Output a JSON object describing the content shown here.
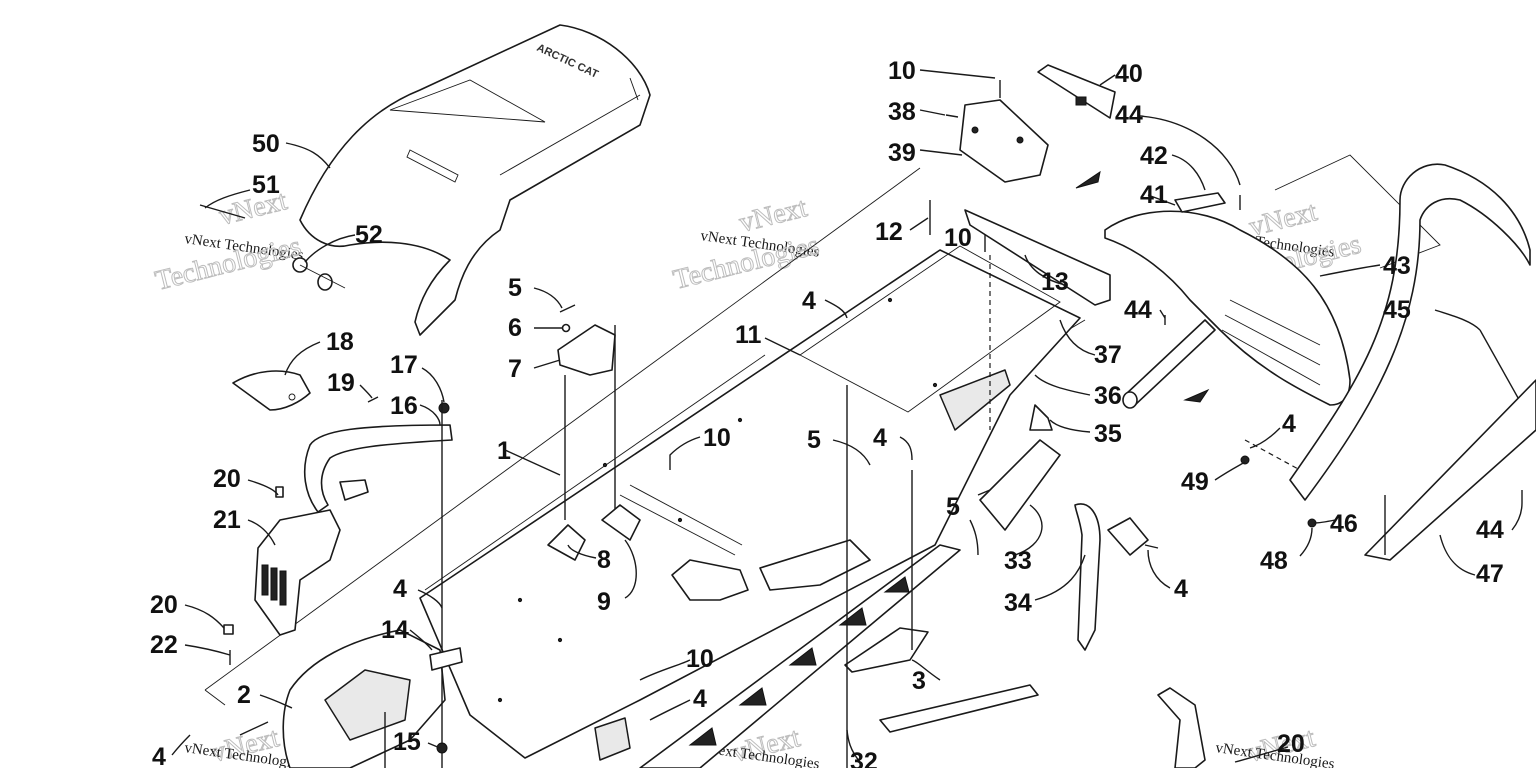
{
  "diagram": {
    "callouts": [
      {
        "id": "c1",
        "text": "1"
      },
      {
        "id": "c2",
        "text": "2"
      },
      {
        "id": "c3",
        "text": "3"
      },
      {
        "id": "c4a",
        "text": "4"
      },
      {
        "id": "c4b",
        "text": "4"
      },
      {
        "id": "c4c",
        "text": "4"
      },
      {
        "id": "c4d",
        "text": "4"
      },
      {
        "id": "c4e",
        "text": "4"
      },
      {
        "id": "c4f",
        "text": "4"
      },
      {
        "id": "c4g",
        "text": "4"
      },
      {
        "id": "c5a",
        "text": "5"
      },
      {
        "id": "c5b",
        "text": "5"
      },
      {
        "id": "c5c",
        "text": "5"
      },
      {
        "id": "c6",
        "text": "6"
      },
      {
        "id": "c7",
        "text": "7"
      },
      {
        "id": "c8",
        "text": "8"
      },
      {
        "id": "c9",
        "text": "9"
      },
      {
        "id": "c10a",
        "text": "10"
      },
      {
        "id": "c10b",
        "text": "10"
      },
      {
        "id": "c10c",
        "text": "10"
      },
      {
        "id": "c10d",
        "text": "10"
      },
      {
        "id": "c11",
        "text": "11"
      },
      {
        "id": "c12",
        "text": "12"
      },
      {
        "id": "c13",
        "text": "13"
      },
      {
        "id": "c14",
        "text": "14"
      },
      {
        "id": "c15",
        "text": "15"
      },
      {
        "id": "c16",
        "text": "16"
      },
      {
        "id": "c17",
        "text": "17"
      },
      {
        "id": "c18",
        "text": "18"
      },
      {
        "id": "c19",
        "text": "19"
      },
      {
        "id": "c20a",
        "text": "20"
      },
      {
        "id": "c20b",
        "text": "20"
      },
      {
        "id": "c20c",
        "text": "20"
      },
      {
        "id": "c21",
        "text": "21"
      },
      {
        "id": "c22",
        "text": "22"
      },
      {
        "id": "c32",
        "text": "32"
      },
      {
        "id": "c33",
        "text": "33"
      },
      {
        "id": "c34",
        "text": "34"
      },
      {
        "id": "c35",
        "text": "35"
      },
      {
        "id": "c36",
        "text": "36"
      },
      {
        "id": "c37",
        "text": "37"
      },
      {
        "id": "c38",
        "text": "38"
      },
      {
        "id": "c39",
        "text": "39"
      },
      {
        "id": "c40",
        "text": "40"
      },
      {
        "id": "c41",
        "text": "41"
      },
      {
        "id": "c42",
        "text": "42"
      },
      {
        "id": "c43",
        "text": "43"
      },
      {
        "id": "c44a",
        "text": "44"
      },
      {
        "id": "c44b",
        "text": "44"
      },
      {
        "id": "c44c",
        "text": "44"
      },
      {
        "id": "c45",
        "text": "45"
      },
      {
        "id": "c46",
        "text": "46"
      },
      {
        "id": "c47",
        "text": "47"
      },
      {
        "id": "c48",
        "text": "48"
      },
      {
        "id": "c49",
        "text": "49"
      },
      {
        "id": "c50",
        "text": "50"
      },
      {
        "id": "c51",
        "text": "51"
      },
      {
        "id": "c52",
        "text": "52"
      }
    ],
    "watermark": {
      "line1": "vNext Technologies",
      "line2": "vNext",
      "line3": "Technologies"
    }
  }
}
